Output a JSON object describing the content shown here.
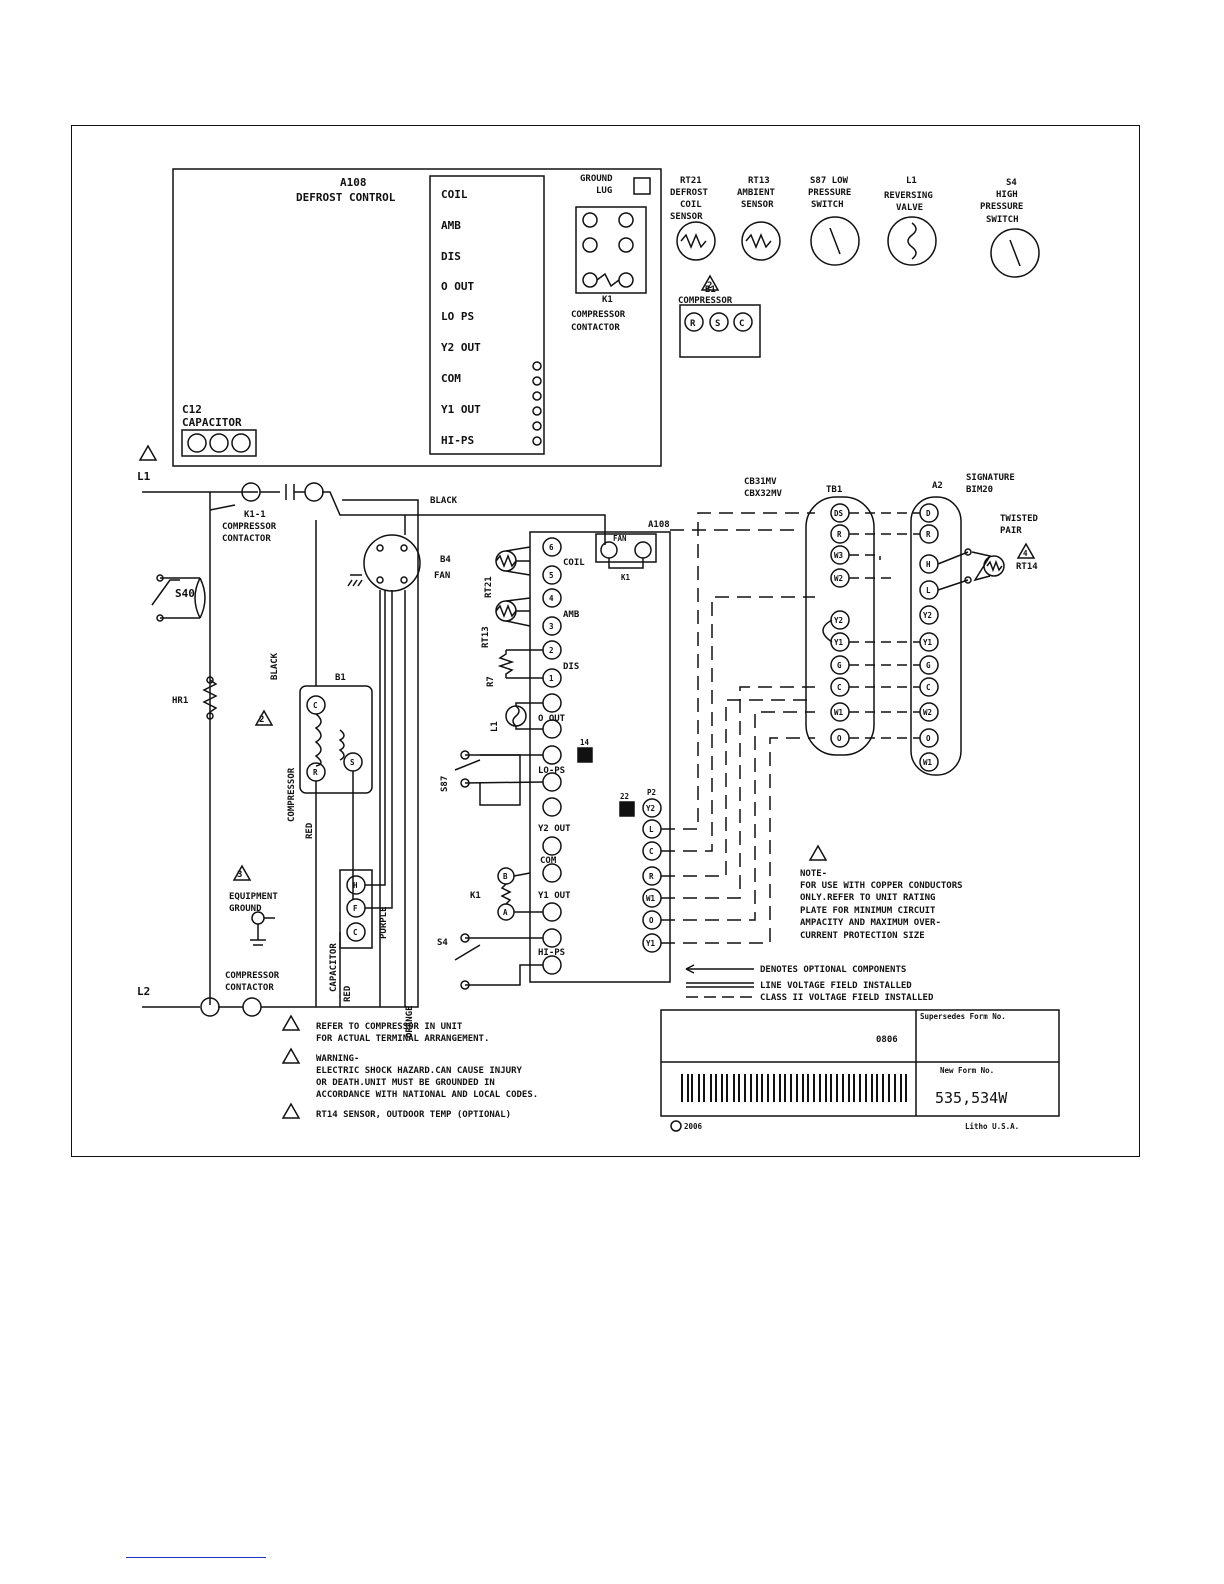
{
  "control_board": {
    "title1": "A108",
    "title2": "DEFROST CONTROL",
    "terminals": [
      "COIL",
      "AMB",
      "DIS",
      "O OUT",
      "LO PS",
      "Y2 OUT",
      "COM",
      "Y1 OUT",
      "HI-PS"
    ],
    "ground_lug": [
      "GROUND",
      "LUG"
    ],
    "contactor": [
      "K1",
      "COMPRESSOR",
      "CONTACTOR"
    ],
    "capacitor": [
      "C12",
      "CAPACITOR"
    ]
  },
  "components": [
    {
      "lines": [
        "RT21",
        "DEFROST",
        "COIL",
        "SENSOR"
      ],
      "icon": "thermistor-icon"
    },
    {
      "lines": [
        "RT13",
        "AMBIENT",
        "SENSOR"
      ],
      "icon": "thermistor-icon"
    },
    {
      "lines": [
        "S87 LOW",
        "PRESSURE",
        "SWITCH"
      ],
      "icon": "pressure-switch-icon"
    },
    {
      "lines": [
        "L1",
        "REVERSING",
        "VALVE"
      ],
      "icon": "coil-icon"
    },
    {
      "lines": [
        "S4",
        "HIGH",
        "PRESSURE",
        "SWITCH"
      ],
      "icon": "pressure-switch-icon"
    }
  ],
  "compressor_top": {
    "label1": "B1",
    "label2": "COMPRESSOR",
    "terminals": [
      "R",
      "S",
      "C"
    ],
    "warn": "2"
  },
  "schematic": {
    "l1": "L1",
    "l2": "L2",
    "k1_1": [
      "K1-1",
      "COMPRESSOR",
      "CONTACTOR"
    ],
    "s40": "S40",
    "hr1": "HR1",
    "black_wire": "BLACK",
    "fan": [
      "B4",
      "FAN"
    ],
    "a108": "A108",
    "fan_term": "FAN",
    "k1": "K1",
    "b1": "B1",
    "compressor_vert": "COMPRESSOR",
    "black_vert": "BLACK",
    "red_vert": "RED",
    "capacitor_vert": "CAPACITOR",
    "purple_vert": "PURPLE",
    "red3_vert": "RED",
    "orange_vert": "ORANGE",
    "equip_ground": [
      "EQUIPMENT",
      "GROUND"
    ],
    "comp_contactor": [
      "COMPRESSOR",
      "CONTACTOR"
    ],
    "board_pins_left": [
      "6",
      "5",
      "4",
      "3",
      "2",
      "1"
    ],
    "board_labels": [
      "COIL",
      "AMB",
      "DIS",
      "O OUT",
      "LO-PS",
      "Y2 OUT",
      "COM",
      "Y1 OUT",
      "HI-PS"
    ],
    "sensor_labels": [
      "RT21",
      "RT13",
      "R7",
      "L1",
      "S87",
      "K1",
      "S4"
    ],
    "ab_pins": [
      "B",
      "A"
    ],
    "marker14": "14",
    "marker22": "22",
    "p2": "P2",
    "p2_pins": [
      "Y2",
      "L",
      "C",
      "R",
      "W1",
      "O",
      "Y1"
    ],
    "cap_pins": [
      "H",
      "F",
      "C"
    ],
    "comp_pins": [
      "C",
      "R",
      "S"
    ],
    "warn2": "2",
    "warn3": "3"
  },
  "thermostat": {
    "cb": [
      "CB31MV",
      "CBX32MV"
    ],
    "tb1": "TB1",
    "tb1_pins": [
      "DS",
      "R",
      "W3",
      "W2",
      "Y2",
      "Y1",
      "G",
      "C",
      "W1",
      "O"
    ],
    "a2": "A2",
    "signature": [
      "SIGNATURE",
      "BIM20"
    ],
    "a2_pins": [
      "D",
      "R",
      "H",
      "L",
      "Y2",
      "Y1",
      "G",
      "C",
      "W2",
      "O",
      "W1"
    ],
    "twisted": [
      "TWISTED",
      "PAIR"
    ],
    "rt14": "RT14",
    "warn4": "4"
  },
  "notes": {
    "note_lines": [
      "NOTE-",
      "FOR USE WITH COPPER CONDUCTORS",
      "ONLY.REFER TO UNIT RATING",
      "PLATE FOR MINIMUM CIRCUIT",
      "AMPACITY AND MAXIMUM OVER-",
      "CURRENT PROTECTION SIZE"
    ],
    "legend": [
      "DENOTES OPTIONAL COMPONENTS",
      "LINE VOLTAGE FIELD INSTALLED",
      "CLASS II VOLTAGE FIELD INSTALLED"
    ],
    "footnote2": [
      "REFER TO COMPRESSOR IN UNIT",
      "FOR ACTUAL TERMINAL ARRANGEMENT."
    ],
    "footnote3": [
      "WARNING-",
      "ELECTRIC SHOCK HAZARD.CAN CAUSE INJURY",
      "OR DEATH.UNIT MUST BE GROUNDED IN",
      "ACCORDANCE WITH NATIONAL AND LOCAL CODES."
    ],
    "footnote4": "RT14 SENSOR, OUTDOOR TEMP (OPTIONAL)"
  },
  "form_box": {
    "supersedes_label": "Supersedes Form No.",
    "date": "0806",
    "new_form_label": "New Form No.",
    "form_no": "535,534W",
    "copyright": "2006",
    "litho": "Litho U.S.A."
  }
}
